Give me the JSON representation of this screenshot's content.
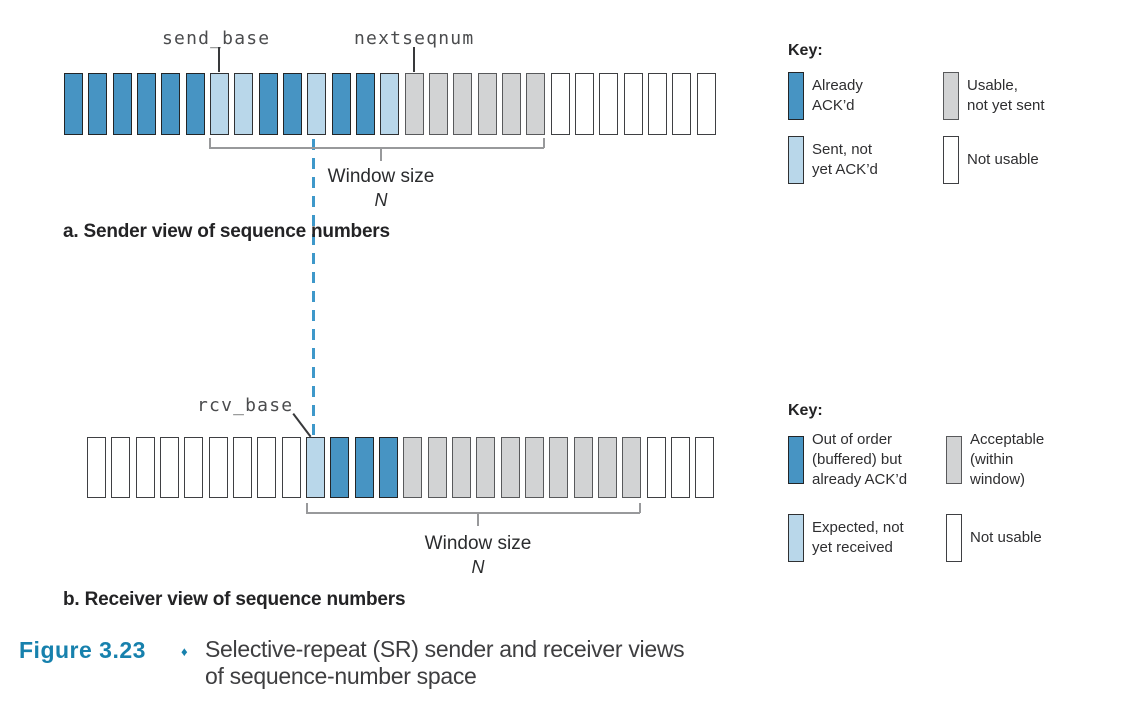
{
  "colors": {
    "figure_blue": "#1781ad",
    "dashed_line": "#3e98ca",
    "bracket_gray": "#98999b",
    "state_fills": {
      "dark": "#4794c3",
      "light": "#b9d7ea",
      "gray": "#d2d3d4",
      "white": "#ffffff"
    },
    "state_borders": {
      "dark": "#232527",
      "light": "#303133",
      "gray": "#58595b",
      "white": "#3f4043"
    }
  },
  "sender": {
    "pointer_labels": {
      "send_base": "send_base",
      "nextseqnum": "nextseqnum"
    },
    "window_label": "Window size",
    "window_size_symbol": "N",
    "section_label": "a. Sender view of sequence numbers",
    "boxes": [
      "dark",
      "dark",
      "dark",
      "dark",
      "dark",
      "dark",
      "light",
      "light",
      "dark",
      "dark",
      "light",
      "dark",
      "dark",
      "light",
      "gray",
      "gray",
      "gray",
      "gray",
      "gray",
      "gray",
      "white",
      "white",
      "white",
      "white",
      "white",
      "white",
      "white"
    ],
    "key": {
      "title": "Key:",
      "items": [
        {
          "swatch": "dark",
          "label_lines": [
            "Already",
            "ACK’d"
          ]
        },
        {
          "swatch": "gray",
          "label_lines": [
            "Usable,",
            "not yet sent"
          ]
        },
        {
          "swatch": "light",
          "label_lines": [
            "Sent, not",
            "yet ACK’d"
          ]
        },
        {
          "swatch": "white",
          "label_lines": [
            "Not usable"
          ]
        }
      ]
    }
  },
  "receiver": {
    "pointer_labels": {
      "rcv_base": "rcv_base"
    },
    "window_label": "Window size",
    "window_size_symbol": "N",
    "section_label": "b. Receiver view of sequence numbers",
    "boxes": [
      "white",
      "white",
      "white",
      "white",
      "white",
      "white",
      "white",
      "white",
      "white",
      "light",
      "dark",
      "dark",
      "dark",
      "gray",
      "gray",
      "gray",
      "gray",
      "gray",
      "gray",
      "gray",
      "gray",
      "gray",
      "gray",
      "white",
      "white",
      "white"
    ],
    "key": {
      "title": "Key:",
      "items": [
        {
          "swatch": "dark",
          "label_lines": [
            "Out of order",
            "(buffered) but",
            "already ACK’d"
          ]
        },
        {
          "swatch": "gray",
          "label_lines": [
            "Acceptable",
            "(within",
            "window)"
          ]
        },
        {
          "swatch": "light",
          "label_lines": [
            "Expected, not",
            "yet received"
          ]
        },
        {
          "swatch": "white",
          "label_lines": [
            "Not usable"
          ]
        }
      ]
    }
  },
  "caption": {
    "figure_label": "Figure 3.23",
    "separator": "♦",
    "text_line1": "Selective-repeat (SR) sender and receiver views",
    "text_line2": "of sequence-number space"
  }
}
